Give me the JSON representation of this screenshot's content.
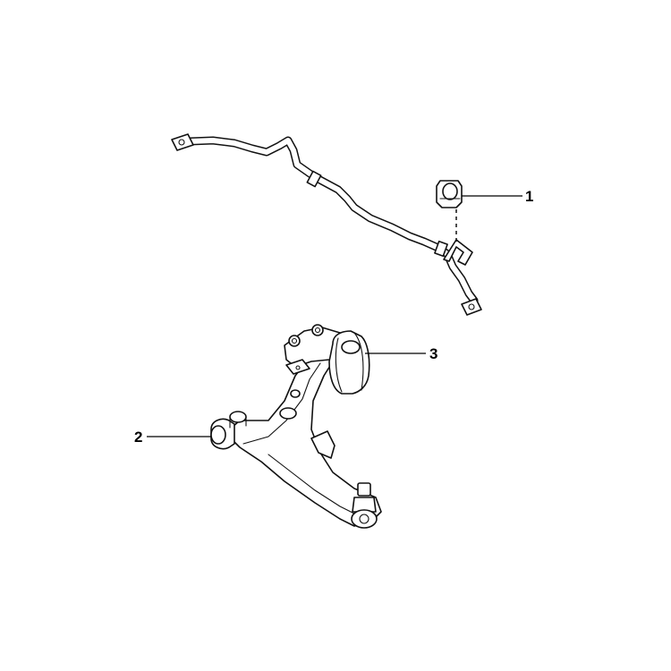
{
  "callouts": [
    {
      "number": "1",
      "part": "stabilizer-bushing"
    },
    {
      "number": "2",
      "part": "control-arm-front-bushing"
    },
    {
      "number": "3",
      "part": "control-arm-rear-bushing"
    }
  ],
  "colors": {
    "background": "#ffffff",
    "line": "#111111"
  }
}
